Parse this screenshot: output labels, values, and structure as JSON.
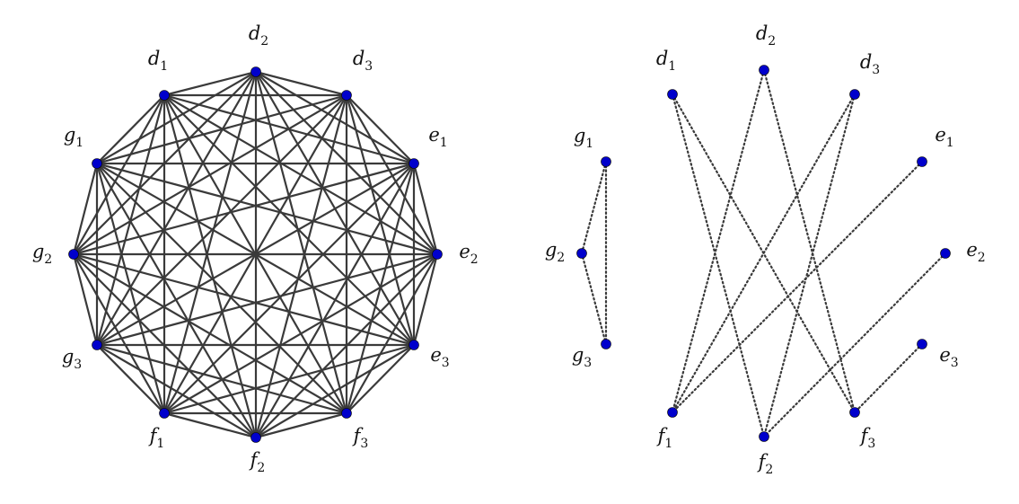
{
  "colors": {
    "node": "#0000cc",
    "edge": "#3a3a3a"
  },
  "left_graph": {
    "edge_style": "solid",
    "complete": true,
    "nodes": [
      {
        "id": "d1",
        "base": "d",
        "sub": "1"
      },
      {
        "id": "d2",
        "base": "d",
        "sub": "2"
      },
      {
        "id": "d3",
        "base": "d",
        "sub": "3"
      },
      {
        "id": "e1",
        "base": "e",
        "sub": "1"
      },
      {
        "id": "e2",
        "base": "e",
        "sub": "2"
      },
      {
        "id": "e3",
        "base": "e",
        "sub": "3"
      },
      {
        "id": "f3",
        "base": "f",
        "sub": "3"
      },
      {
        "id": "f2",
        "base": "f",
        "sub": "2"
      },
      {
        "id": "f1",
        "base": "f",
        "sub": "1"
      },
      {
        "id": "g3",
        "base": "g",
        "sub": "3"
      },
      {
        "id": "g2",
        "base": "g",
        "sub": "2"
      },
      {
        "id": "g1",
        "base": "g",
        "sub": "1"
      }
    ]
  },
  "right_graph": {
    "edge_style": "dotted",
    "nodes": [
      {
        "id": "d1",
        "base": "d",
        "sub": "1"
      },
      {
        "id": "d2",
        "base": "d",
        "sub": "2"
      },
      {
        "id": "d3",
        "base": "d",
        "sub": "3"
      },
      {
        "id": "e1",
        "base": "e",
        "sub": "1"
      },
      {
        "id": "e2",
        "base": "e",
        "sub": "2"
      },
      {
        "id": "e3",
        "base": "e",
        "sub": "3"
      },
      {
        "id": "f1",
        "base": "f",
        "sub": "1"
      },
      {
        "id": "f2",
        "base": "f",
        "sub": "2"
      },
      {
        "id": "f3",
        "base": "f",
        "sub": "3"
      },
      {
        "id": "g1",
        "base": "g",
        "sub": "1"
      },
      {
        "id": "g2",
        "base": "g",
        "sub": "2"
      },
      {
        "id": "g3",
        "base": "g",
        "sub": "3"
      }
    ],
    "edges": [
      [
        "g1",
        "g2"
      ],
      [
        "g1",
        "g3"
      ],
      [
        "g2",
        "g3"
      ],
      [
        "d1",
        "f2"
      ],
      [
        "d1",
        "f3"
      ],
      [
        "d2",
        "f1"
      ],
      [
        "d2",
        "f3"
      ],
      [
        "d3",
        "f1"
      ],
      [
        "d3",
        "f2"
      ],
      [
        "e1",
        "f1"
      ],
      [
        "e2",
        "f2"
      ],
      [
        "e3",
        "f3"
      ]
    ]
  }
}
